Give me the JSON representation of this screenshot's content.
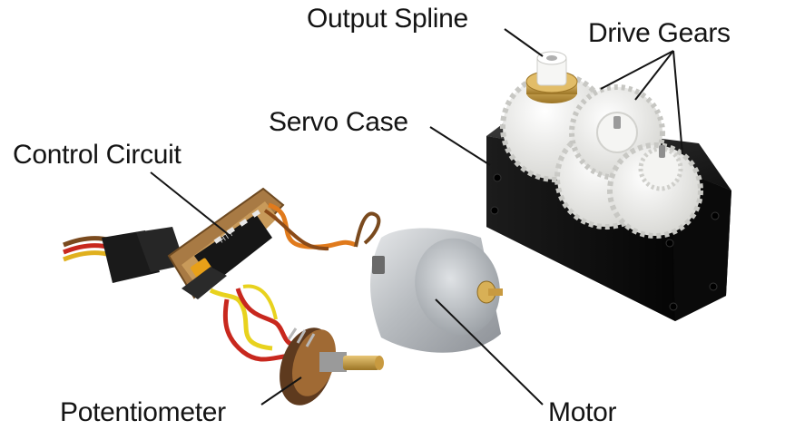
{
  "labels": {
    "output_spline": "Output Spline",
    "drive_gears": "Drive Gears",
    "servo_case": "Servo Case",
    "control_circuit": "Control Circuit",
    "potentiometer": "Potentiometer",
    "motor": "Motor"
  },
  "chip_marking": "HT7",
  "colors": {
    "case": "#141414",
    "gear": "#f2f2f0",
    "brass": "#c9a24a",
    "motor_can": "#c4c8cc",
    "wire_orange": "#e07a1c",
    "wire_red": "#c8281e",
    "wire_yellow": "#e8d21e",
    "wire_brown": "#7a4a1e"
  }
}
